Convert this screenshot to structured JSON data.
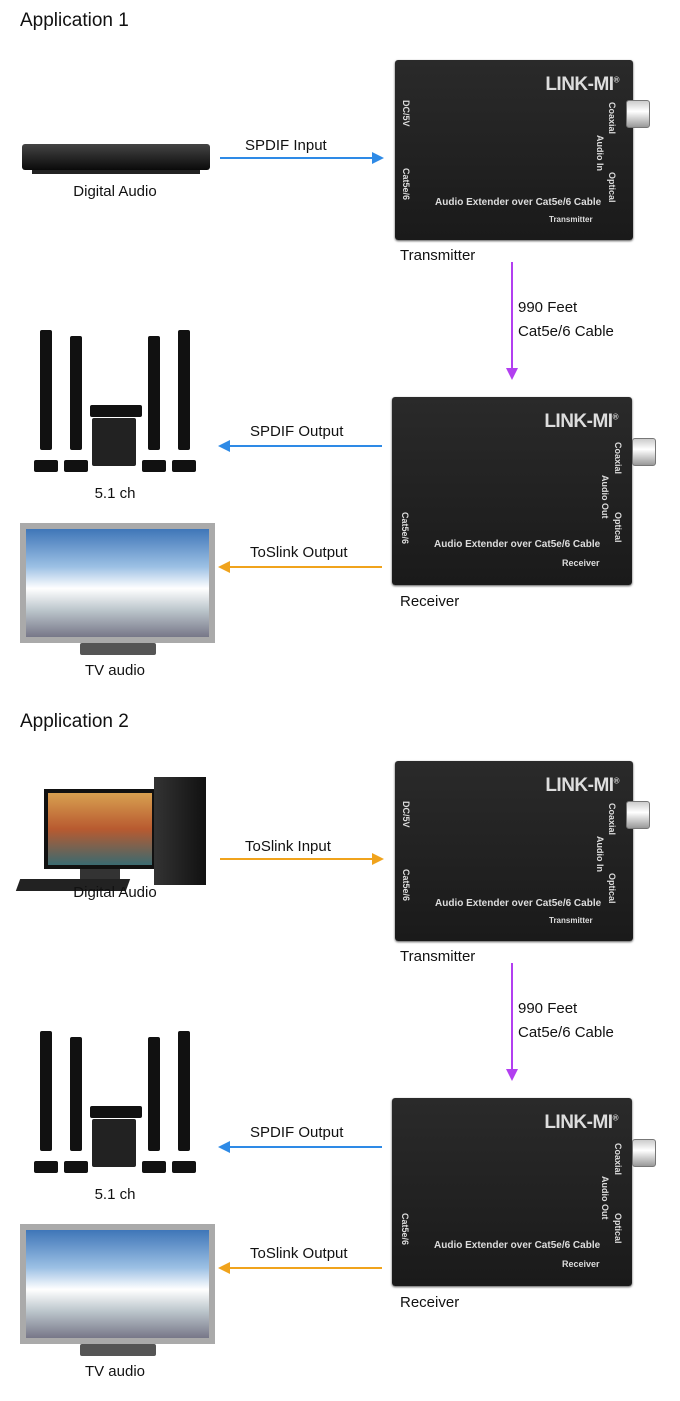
{
  "colors": {
    "spdif": "#2e8ae6",
    "toslink": "#f0a31c",
    "cable": "#b23ff0"
  },
  "apps": [
    {
      "title": "Application 1",
      "source_label": "Digital Audio",
      "source_icon": "dvd-player-icon",
      "input_label": "SPDIF Input",
      "transmitter": {
        "caption": "Transmitter",
        "logo": "LINK-MI",
        "dc": "DC/5V",
        "cat": "Cat5e/6",
        "audio": "Audio In",
        "coax": "Coaxial",
        "optical": "Optical",
        "desc": "Audio Extender over Cat5e/6 Cable",
        "kind": "Transmitter"
      },
      "cable": {
        "line1": "990 Feet",
        "line2": "Cat5e/6 Cable"
      },
      "receiver": {
        "caption": "Receiver",
        "logo": "LINK-MI",
        "cat": "Cat5e/6",
        "audio": "Audio Out",
        "coax": "Coaxial",
        "optical": "Optical",
        "desc": "Audio Extender over Cat5e/6 Cable",
        "kind": "Receiver"
      },
      "spdif_out": "SPDIF Output",
      "speakers_label": "5.1 ch",
      "toslink_out": "ToSlink Output",
      "tv_label": "TV audio"
    },
    {
      "title": "Application 2",
      "source_label": "Digital Audio",
      "source_icon": "desktop-computer-icon",
      "input_label": "ToSlink Input",
      "transmitter": {
        "caption": "Transmitter",
        "logo": "LINK-MI",
        "dc": "DC/5V",
        "cat": "Cat5e/6",
        "audio": "Audio In",
        "coax": "Coaxial",
        "optical": "Optical",
        "desc": "Audio Extender over Cat5e/6 Cable",
        "kind": "Transmitter"
      },
      "cable": {
        "line1": "990 Feet",
        "line2": "Cat5e/6 Cable"
      },
      "receiver": {
        "caption": "Receiver",
        "logo": "LINK-MI",
        "cat": "Cat5e/6",
        "audio": "Audio Out",
        "coax": "Coaxial",
        "optical": "Optical",
        "desc": "Audio Extender over Cat5e/6 Cable",
        "kind": "Receiver"
      },
      "spdif_out": "SPDIF Output",
      "speakers_label": "5.1 ch",
      "toslink_out": "ToSlink Output",
      "tv_label": "TV audio"
    }
  ]
}
